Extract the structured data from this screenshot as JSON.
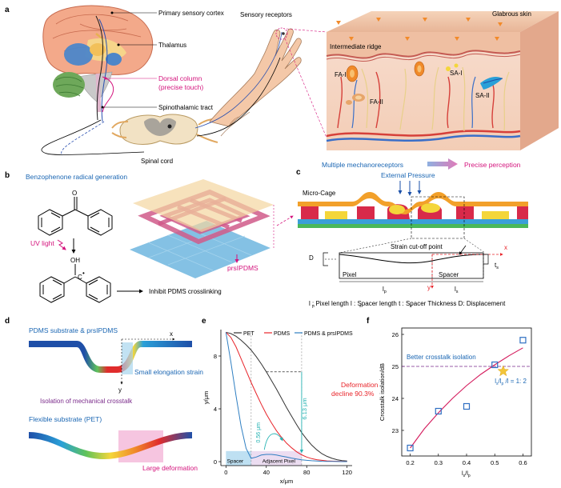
{
  "panels": {
    "a": {
      "letter": "a",
      "labels": {
        "primary_sensory_cortex": "Primary sensory cortex",
        "thalamus": "Thalamus",
        "dorsal_column_1": "Dorsal column",
        "dorsal_column_2": "(precise touch)",
        "spinothalamic_tract": "Spinothalamic tract",
        "spinal_cord": "Spinal cord",
        "sensory_receptors": "Sensory receptors",
        "glabrous_skin": "Glabrous skin",
        "intermediate_ridge": "Intermediate ridge",
        "fa1": "FA-I",
        "fa2": "FA-II",
        "sa1": "SA-I",
        "sa2": "SA-II",
        "multiple_mechanoreceptors": "Multiple mechanoreceptors",
        "precise_perception": "Precise perception"
      }
    },
    "b": {
      "letter": "b",
      "labels": {
        "title": "Benzophenone radical generation",
        "uv_light": "UV light",
        "oxygen": "O",
        "oh": "OH",
        "carbon": "C",
        "radical_dot": "•",
        "prsipdms": "prsIPDMS",
        "inhibit": "Inhibit PDMS crosslinking"
      }
    },
    "c": {
      "letter": "c",
      "labels": {
        "external_pressure": "External Pressure",
        "micro_cage": "Micro-Cage",
        "strain_cutoff": "Strain cut-off point",
        "d": "D",
        "pixel": "Pixel",
        "spacer": "Spacer",
        "x": "x",
        "y": "y",
        "ts": "t",
        "ts_sub": "s",
        "lp": "l",
        "lp_sub": "p",
        "ls": "l",
        "ls_sub": "s",
        "legend": "l : Pixel length   l : Spacer length   t : Spacer Thickness   D: Displacement",
        "legend_subs": [
          "p",
          "s",
          "s"
        ]
      }
    },
    "d": {
      "letter": "d",
      "labels": {
        "pdms_substrate": "PDMS substrate & prsIPDMS",
        "x": "x",
        "y": "y",
        "small_strain": "Small elongation strain",
        "isolation": "Isolation of mechanical crosstalk",
        "flexible_substrate": "Flexible substrate (PET)",
        "large_deformation": "Large deformation"
      }
    },
    "e": {
      "letter": "e",
      "labels": {
        "spacer": "Spacer",
        "adjacent_pixel": "Adjacent Pixel",
        "dim1": "6.13 μm",
        "dim2": "0.56 μm",
        "decline1": "Deformation",
        "decline2": "decline 90.3%"
      }
    },
    "f": {
      "letter": "f",
      "labels": {
        "better": "Better crosstalk isolation",
        "ratio": "l /l = 1: 2",
        "ratio_subs": [
          "s",
          "p"
        ]
      }
    }
  },
  "colors": {
    "blue_text": "#1a66b3",
    "magenta_text": "#d4147d",
    "purple_text": "#7a2a8a",
    "pet_line": "#333333",
    "pdms_line": "#e8242a",
    "prsipdms_line": "#2f7fc2",
    "dim_teal": "#26b3b3",
    "fit_line": "#d41a5c",
    "square_marker": "#2f6fc2",
    "star": "#f2c53a"
  },
  "chart_data": [
    {
      "type": "line",
      "panel": "e",
      "xlabel": "x/μm",
      "ylabel": "y/μm",
      "xlim": [
        -5,
        125
      ],
      "ylim": [
        -0.3,
        10
      ],
      "xticks": [
        0,
        40,
        80,
        120
      ],
      "yticks": [
        0,
        4,
        8
      ],
      "legend_position": "top",
      "series": [
        {
          "name": "PET",
          "x": [
            0,
            5,
            10,
            15,
            20,
            25,
            30,
            35,
            40,
            45,
            50,
            55,
            60,
            65,
            70,
            75,
            80,
            85,
            90,
            95,
            100,
            105,
            110,
            115,
            120
          ],
          "y": [
            9.8,
            9.7,
            9.5,
            9.2,
            8.85,
            8.45,
            7.95,
            7.4,
            6.8,
            6.15,
            5.5,
            4.8,
            4.1,
            3.45,
            2.8,
            2.2,
            1.7,
            1.25,
            0.9,
            0.6,
            0.4,
            0.25,
            0.15,
            0.08,
            0.05
          ]
        },
        {
          "name": "PDMS",
          "x": [
            0,
            5,
            10,
            15,
            20,
            25,
            30,
            35,
            40,
            45,
            50,
            55,
            60,
            65,
            70,
            75,
            80,
            85,
            90,
            95,
            100,
            105,
            110,
            115,
            120
          ],
          "y": [
            9.8,
            9.4,
            8.7,
            7.8,
            6.9,
            6.0,
            5.15,
            4.35,
            3.6,
            2.95,
            2.35,
            1.85,
            1.4,
            1.05,
            0.75,
            0.52,
            0.35,
            0.23,
            0.15,
            0.1,
            0.06,
            0.04,
            0.03,
            0.02,
            0.01
          ]
        },
        {
          "name": "PDMS & prsIPDMS",
          "x": [
            0,
            5,
            10,
            15,
            20,
            25,
            30,
            35,
            40,
            45,
            50,
            55,
            60,
            65,
            70,
            75,
            80,
            85,
            90,
            95,
            100,
            105,
            110,
            115,
            120
          ],
          "y": [
            9.8,
            7.5,
            5.0,
            2.7,
            1.0,
            0.25,
            0.35,
            0.5,
            0.55,
            0.55,
            0.5,
            0.42,
            0.35,
            0.27,
            0.2,
            0.14,
            0.1,
            0.07,
            0.05,
            0.03,
            0.02,
            0.015,
            0.01,
            0.005,
            0.0
          ]
        }
      ]
    },
    {
      "type": "scatter",
      "panel": "f",
      "xlabel": "l /l",
      "xlabel_subs": [
        "s",
        "p"
      ],
      "ylabel": "Crosstalk isolation/dB",
      "xlim": [
        0.17,
        0.63
      ],
      "ylim": [
        22.2,
        26.2
      ],
      "xticks": [
        0.2,
        0.3,
        0.4,
        0.5,
        0.6
      ],
      "yticks": [
        23,
        24,
        25,
        26
      ],
      "threshold": 25.0,
      "star": {
        "x": 0.53,
        "y": 24.85
      },
      "series": [
        {
          "name": "",
          "x": [
            0.2,
            0.3,
            0.4,
            0.5,
            0.6
          ],
          "y": [
            22.45,
            23.6,
            23.75,
            25.05,
            25.82
          ]
        }
      ],
      "fit": {
        "x": [
          0.2,
          0.25,
          0.3,
          0.35,
          0.4,
          0.45,
          0.5,
          0.55,
          0.6
        ],
        "y": [
          22.45,
          23.05,
          23.55,
          24.0,
          24.4,
          24.75,
          25.05,
          25.33,
          25.58
        ]
      }
    }
  ]
}
